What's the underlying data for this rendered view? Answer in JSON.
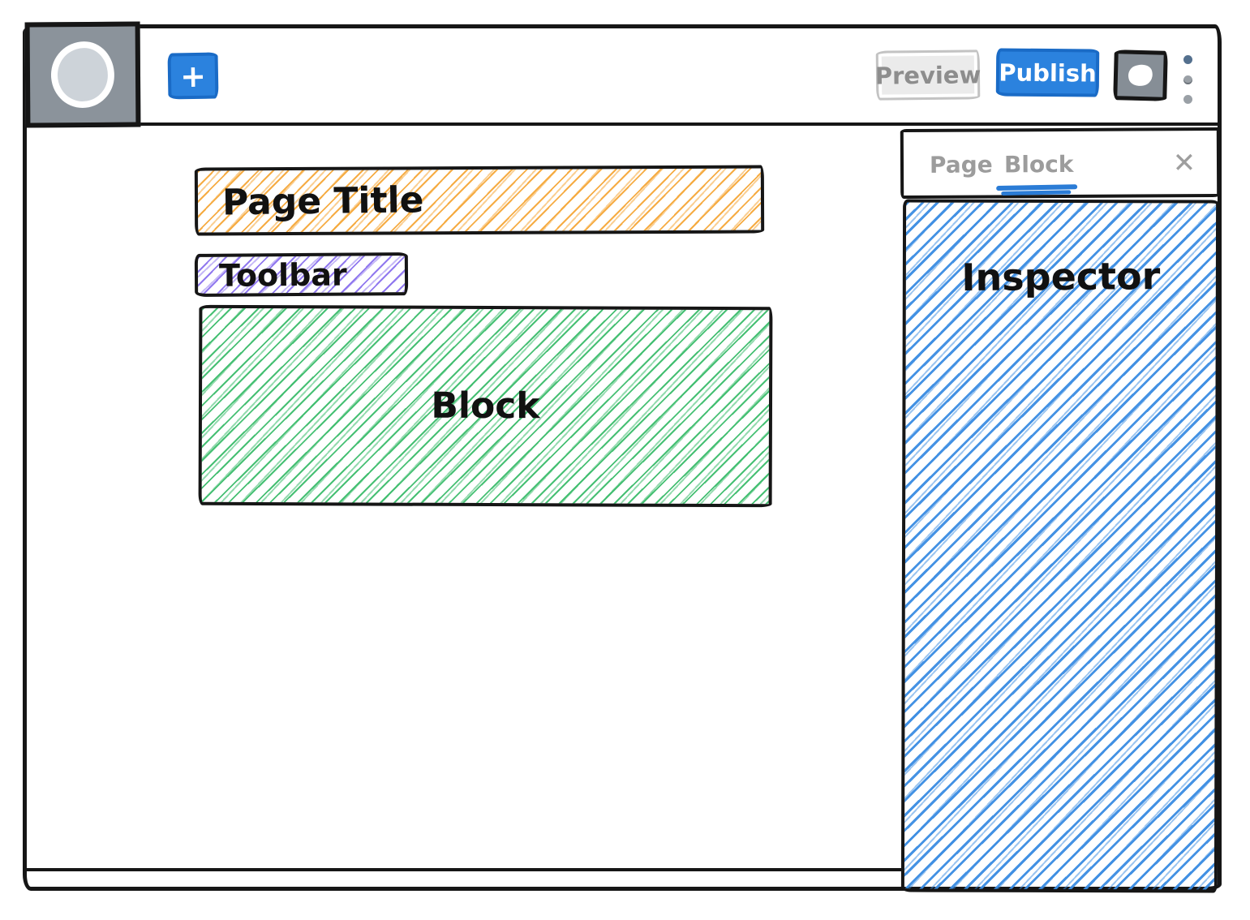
{
  "header": {
    "logo": {
      "name": "app-logo"
    },
    "add_button_label": "+",
    "preview_label": "Preview",
    "publish_label": "Publish"
  },
  "canvas": {
    "blocks": [
      {
        "id": "page-title",
        "label": "Page Title",
        "color": "#f5a83a"
      },
      {
        "id": "toolbar",
        "label": "Toolbar",
        "color": "#8b72ee"
      },
      {
        "id": "block",
        "label": "Block",
        "color": "#3dbd6d"
      }
    ]
  },
  "inspector": {
    "tabs": [
      {
        "label": "Page",
        "active": false
      },
      {
        "label": "Block",
        "active": true
      }
    ],
    "close_label": "✕",
    "title": "Inspector",
    "hatch_color": "#3a8ce2"
  },
  "colors": {
    "accent_blue": "#2b82de",
    "ink": "#161616",
    "muted_gray": "#9c9c9c"
  }
}
